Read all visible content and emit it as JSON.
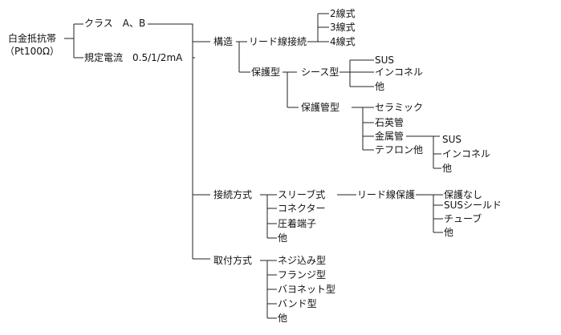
{
  "root": {
    "line1": "白金抵抗帯",
    "line2": "（Pt100Ω）"
  },
  "class": "クラス　A、B",
  "current": "規定電流　0.5/1/2mA",
  "structure": {
    "label": "構造",
    "lead": {
      "label": "リード線接続",
      "items": [
        "2線式",
        "3線式",
        "4線式"
      ]
    },
    "protection": {
      "label": "保護型",
      "sheath": {
        "label": "シース型",
        "items": [
          "SUS",
          "インコネル",
          "他"
        ]
      },
      "tube": {
        "label": "保護管型",
        "items": [
          "セラミック",
          "石英管",
          "金属管",
          "テフロン他"
        ],
        "metal": [
          "SUS",
          "インコネル",
          "他"
        ]
      }
    }
  },
  "connection": {
    "label": "接続方式",
    "items": [
      "スリーブ式",
      "コネクター",
      "圧着端子",
      "他"
    ],
    "lead_protection": {
      "label": "リード線保護",
      "items": [
        "保護なし",
        "SUSシールド",
        "チューブ",
        "他"
      ]
    }
  },
  "mounting": {
    "label": "取付方式",
    "items": [
      "ネジ込み型",
      "フランジ型",
      "バヨネット型",
      "バンド型",
      "他"
    ]
  },
  "colors": {
    "line": "#222222",
    "text": "#111111",
    "background": "#ffffff"
  }
}
